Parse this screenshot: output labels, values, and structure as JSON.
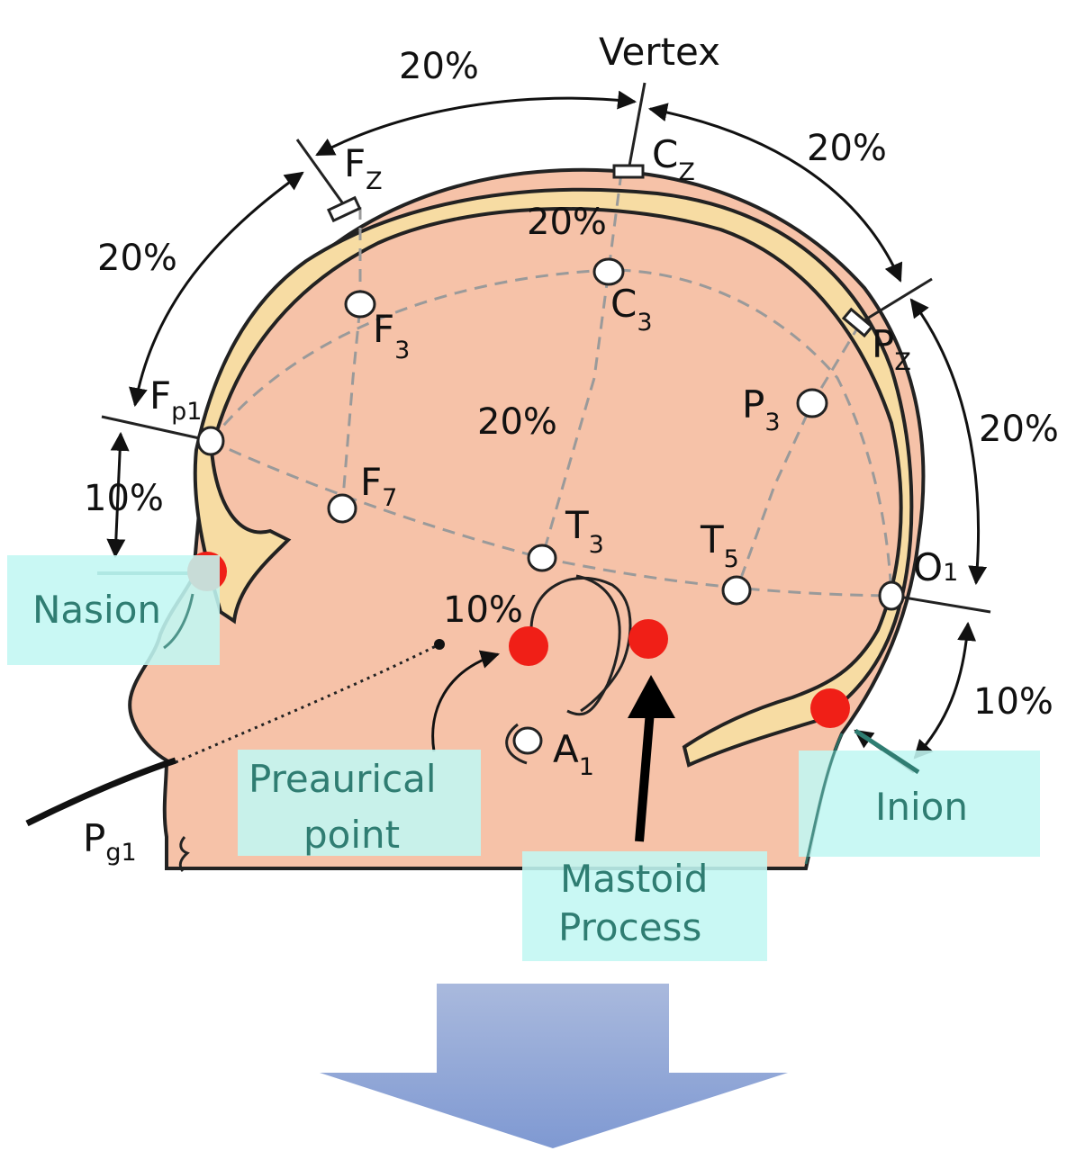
{
  "top_label": "Vertex",
  "percentages": {
    "vertex_left": "20%",
    "vertex_right": "20%",
    "front_upper": "20%",
    "front_lower": "10%",
    "inner_top": "20%",
    "inner_mid": "20%",
    "near_ear": "10%",
    "back_upper": "20%",
    "back_lower": "10%"
  },
  "electrodes": {
    "fz": {
      "base": "F",
      "sub": "Z"
    },
    "cz": {
      "base": "C",
      "sub": "Z"
    },
    "pz": {
      "base": "P",
      "sub": "Z"
    },
    "fp1": {
      "base": "F",
      "sub": "p1"
    },
    "f3": {
      "base": "F",
      "sub": "3"
    },
    "c3": {
      "base": "C",
      "sub": "3"
    },
    "p3": {
      "base": "P",
      "sub": "3"
    },
    "f7": {
      "base": "F",
      "sub": "7"
    },
    "t3": {
      "base": "T",
      "sub": "3"
    },
    "t5": {
      "base": "T",
      "sub": "5"
    },
    "o1": {
      "base": "O",
      "sub": "1"
    },
    "a1": {
      "base": "A",
      "sub": "1"
    },
    "pg1": {
      "base": "P",
      "sub": "g1"
    }
  },
  "callouts": {
    "nasion": "Nasion",
    "preaurical_line1": "Preaurical",
    "preaurical_line2": "point",
    "inion": "Inion",
    "mastoid_line1": "Mastoid",
    "mastoid_line2": "Process"
  },
  "colors": {
    "skin": "#f6c2a8",
    "skull": "#f7dca3",
    "callout_bg": "#c2f7f2",
    "landmark": "#f01f17",
    "arrow_top": "#a9b9dd",
    "arrow_bottom": "#7f99d2"
  }
}
